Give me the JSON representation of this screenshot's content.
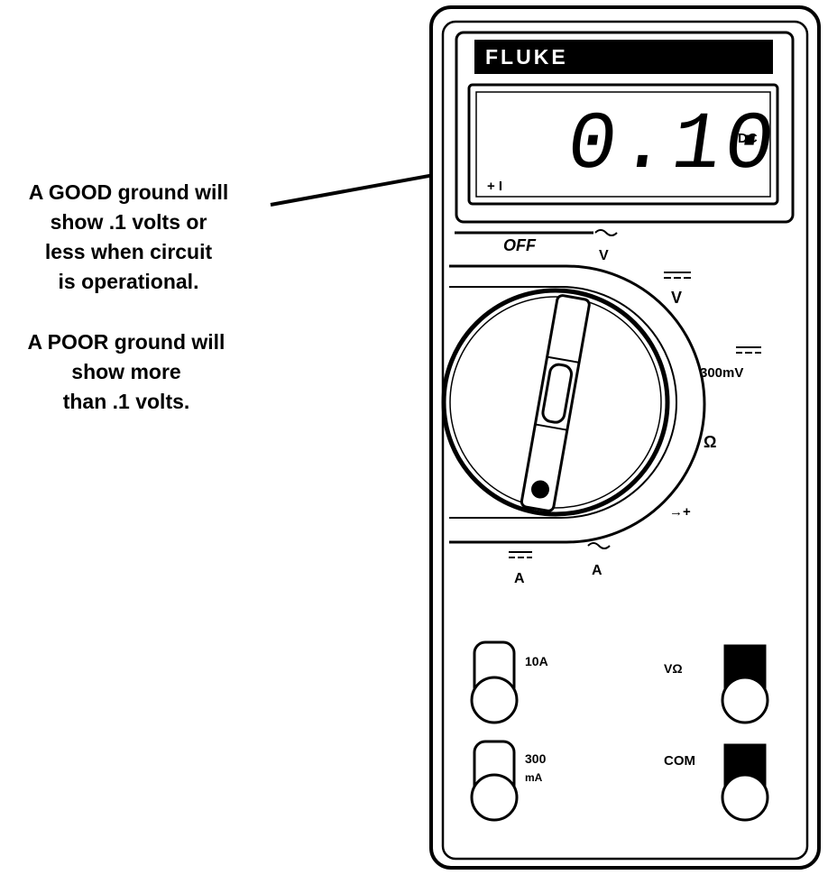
{
  "notes": {
    "good": "A GOOD ground will\nshow .1 volts or\nless when circuit\nis operational.",
    "poor": "A POOR ground will\nshow more\nthan .1 volts."
  },
  "meter": {
    "brand": "FLUKE",
    "display": {
      "reading": "0.10",
      "unit": "DC",
      "indicator": "+ I"
    },
    "dial": {
      "off": "OFF",
      "positions": [
        "V",
        "V",
        "300mV",
        "Ω",
        "→+",
        "A",
        "A"
      ],
      "position_icons": [
        "ac-wave-icon",
        "dc-symbol-icon",
        "dc-symbol-icon",
        "ohm-icon",
        "diode-icon",
        "ac-wave-icon",
        "dc-symbol-icon"
      ]
    },
    "jacks": {
      "amps_10": "10A",
      "volts_ohms": "VΩ",
      "milliamps_line1": "300",
      "milliamps_line2": "mA",
      "common": "COM"
    }
  }
}
